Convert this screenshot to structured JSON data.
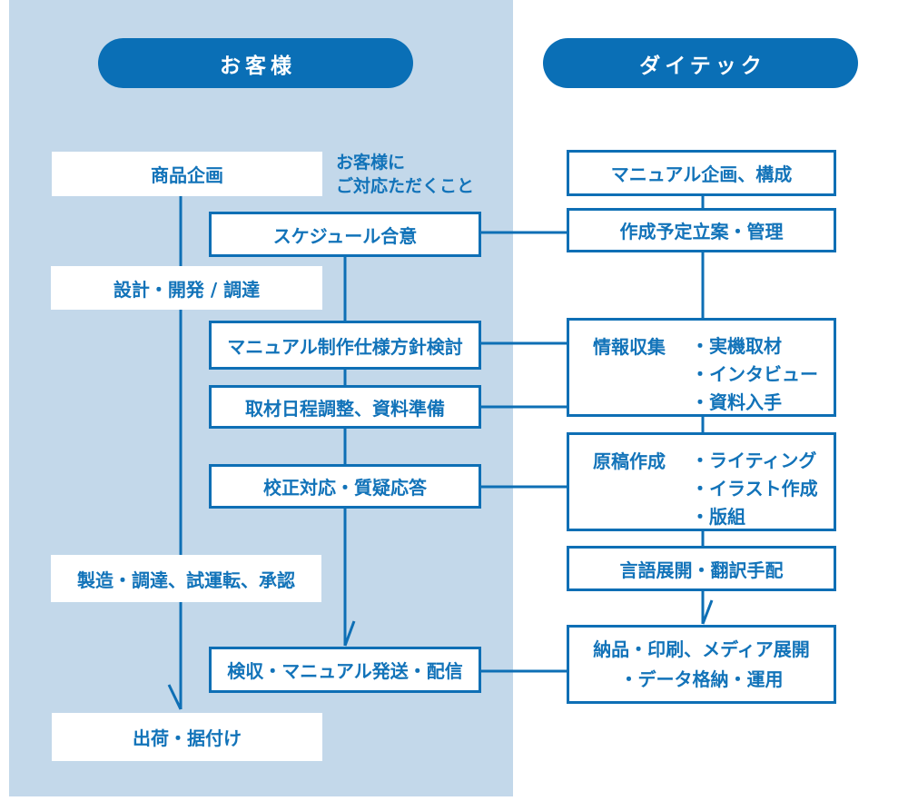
{
  "palette": {
    "brand_blue": "#0a6fb6",
    "line_blue": "#0e6fb5",
    "text_blue": "#1273b9",
    "panel_blue": "#c3d8ea"
  },
  "customer_column": {
    "header": "お客様",
    "note_line1": "お客様に",
    "note_line2": "ご対応ただくこと",
    "plain_steps": [
      {
        "label": "商品企画"
      },
      {
        "label": "設計・開発 / 調達"
      },
      {
        "label": "製造・調達、試運転、承認"
      },
      {
        "label": "出荷・据付け"
      }
    ],
    "action_steps": [
      {
        "label": "スケジュール合意"
      },
      {
        "label": "マニュアル制作仕様方針検討"
      },
      {
        "label": "取材日程調整、資料準備"
      },
      {
        "label": "校正対応・質疑応答"
      },
      {
        "label": "検収・マニュアル発送・配信"
      }
    ]
  },
  "company_column": {
    "header": "ダイテック",
    "steps": [
      {
        "label": "マニュアル企画、構成"
      },
      {
        "label": "作成予定立案・管理"
      },
      {
        "title": "情報収集",
        "bullets": [
          "・実機取材",
          "・インタビュー",
          "・資料入手"
        ]
      },
      {
        "title": "原稿作成",
        "bullets": [
          "・ライティング",
          "・イラスト作成",
          "・版組"
        ]
      },
      {
        "label": "言語展開・翻訳手配"
      },
      {
        "line1": "納品・印刷、メディア展開",
        "line2": "・データ格納・運用"
      }
    ]
  }
}
